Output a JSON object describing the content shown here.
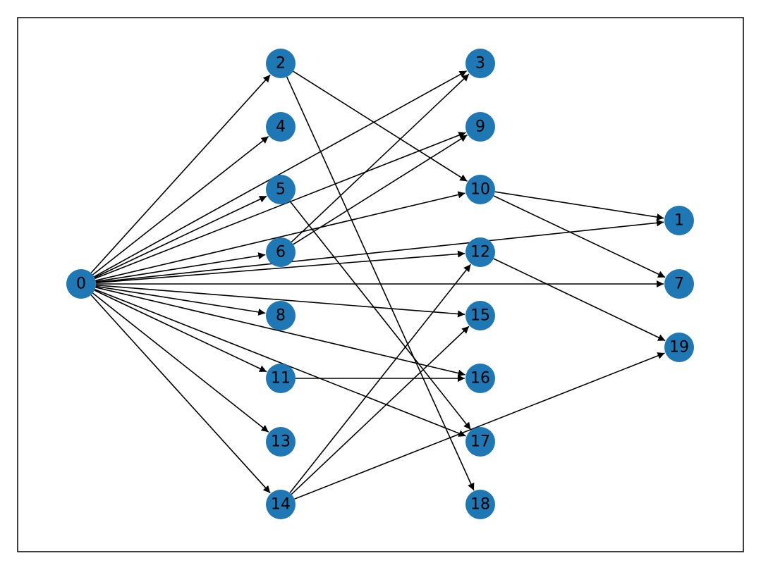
{
  "graph": {
    "node_color": "#1f77b4",
    "edge_color": "#000000",
    "frame_color": "#000000",
    "directed": true,
    "nodes": [
      {
        "id": "0",
        "label": "0"
      },
      {
        "id": "1",
        "label": "1"
      },
      {
        "id": "2",
        "label": "2"
      },
      {
        "id": "3",
        "label": "3"
      },
      {
        "id": "4",
        "label": "4"
      },
      {
        "id": "5",
        "label": "5"
      },
      {
        "id": "6",
        "label": "6"
      },
      {
        "id": "7",
        "label": "7"
      },
      {
        "id": "8",
        "label": "8"
      },
      {
        "id": "9",
        "label": "9"
      },
      {
        "id": "10",
        "label": "10"
      },
      {
        "id": "11",
        "label": "11"
      },
      {
        "id": "12",
        "label": "12"
      },
      {
        "id": "13",
        "label": "13"
      },
      {
        "id": "14",
        "label": "14"
      },
      {
        "id": "15",
        "label": "15"
      },
      {
        "id": "16",
        "label": "16"
      },
      {
        "id": "17",
        "label": "17"
      },
      {
        "id": "18",
        "label": "18"
      },
      {
        "id": "19",
        "label": "19"
      }
    ],
    "edges": [
      [
        "0",
        "2"
      ],
      [
        "0",
        "4"
      ],
      [
        "0",
        "5"
      ],
      [
        "0",
        "6"
      ],
      [
        "0",
        "8"
      ],
      [
        "0",
        "11"
      ],
      [
        "0",
        "13"
      ],
      [
        "0",
        "14"
      ],
      [
        "0",
        "3"
      ],
      [
        "0",
        "9"
      ],
      [
        "0",
        "10"
      ],
      [
        "0",
        "12"
      ],
      [
        "0",
        "1"
      ],
      [
        "0",
        "7"
      ],
      [
        "0",
        "15"
      ],
      [
        "0",
        "16"
      ],
      [
        "0",
        "17"
      ],
      [
        "2",
        "10"
      ],
      [
        "2",
        "18"
      ],
      [
        "5",
        "17"
      ],
      [
        "6",
        "3"
      ],
      [
        "6",
        "9"
      ],
      [
        "11",
        "16"
      ],
      [
        "14",
        "12"
      ],
      [
        "14",
        "15"
      ],
      [
        "14",
        "19"
      ],
      [
        "10",
        "1"
      ],
      [
        "10",
        "7"
      ],
      [
        "12",
        "19"
      ]
    ]
  }
}
